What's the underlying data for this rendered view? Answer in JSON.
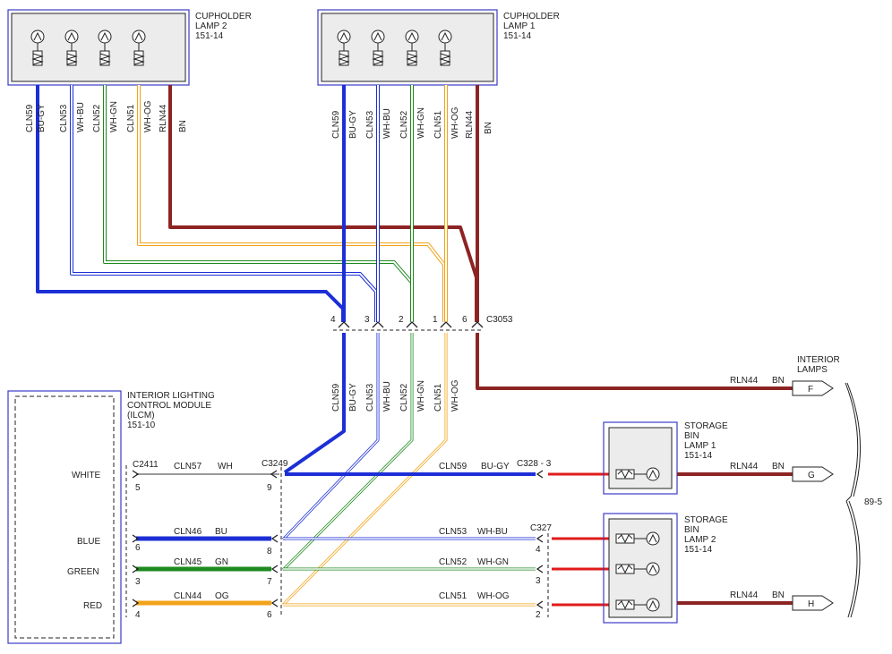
{
  "colors": {
    "blue": "#1c2fd6",
    "brown": "#8c2424",
    "green": "#1f8a1f",
    "orange": "#f2a31a",
    "white_wire": "#c8c8c8",
    "red": "#e01b1b",
    "frame": "#3b3bc8"
  },
  "components": {
    "lamp2": {
      "line1": "CUPHOLDER",
      "line2": "LAMP 2",
      "line3": "151-14"
    },
    "lamp1": {
      "line1": "CUPHOLDER",
      "line2": "LAMP 1",
      "line3": "151-14"
    },
    "ilcm": {
      "line1": "INTERIOR LIGHTING",
      "line2": "CONTROL MODULE",
      "line3": "(ILCM)",
      "line4": "151-10"
    },
    "bin1": {
      "line1": "STORAGE",
      "line2": "BIN",
      "line3": "LAMP 1",
      "line4": "151-14"
    },
    "bin2": {
      "line1": "STORAGE",
      "line2": "BIN",
      "line3": "LAMP 2",
      "line4": "151-14"
    },
    "interior_lamps": {
      "line1": "INTERIOR",
      "line2": "LAMPS"
    }
  },
  "wires": {
    "lamp2": [
      "CLN59",
      "BU-GY",
      "CLN53",
      "WH-BU",
      "CLN52",
      "WH-GN",
      "CLN51",
      "WH-OG",
      "RLN44",
      "BN"
    ],
    "lamp1": [
      "CLN59",
      "BU-GY",
      "CLN53",
      "WH-BU",
      "CLN52",
      "WH-GN",
      "CLN51",
      "WH-OG",
      "RLN44",
      "BN"
    ],
    "middle": [
      "CLN59",
      "BU-GY",
      "CLN53",
      "WH-BU",
      "CLN52",
      "WH-GN",
      "CLN51",
      "WH-OG"
    ]
  },
  "connectors": {
    "c3053": {
      "name": "C3053",
      "pins": [
        "4",
        "3",
        "2",
        "1",
        "6"
      ]
    },
    "c2411": {
      "name": "C2411"
    },
    "c3249": {
      "name": "C3249"
    },
    "c328": {
      "name": "C328 - 3"
    },
    "c327": {
      "name": "C327"
    }
  },
  "ilcm_rows": [
    {
      "label": "WHITE",
      "pin": "5",
      "circuit": "CLN57",
      "color_code": "WH",
      "c3249_pin": "9"
    },
    {
      "label": "BLUE",
      "pin": "6",
      "circuit": "CLN46",
      "color_code": "BU",
      "c3249_pin": "8"
    },
    {
      "label": "GREEN",
      "pin": "3",
      "circuit": "CLN45",
      "color_code": "GN",
      "c3249_pin": "7"
    },
    {
      "label": "RED",
      "pin": "4",
      "circuit": "CLN44",
      "color_code": "OG",
      "c3249_pin": "6"
    }
  ],
  "right_rows": [
    {
      "circuit": "CLN59",
      "color_code": "BU-GY"
    },
    {
      "circuit": "CLN53",
      "color_code": "WH-BU",
      "pin": "4"
    },
    {
      "circuit": "CLN52",
      "color_code": "WH-GN",
      "pin": "3"
    },
    {
      "circuit": "CLN51",
      "color_code": "WH-OG",
      "pin": "2"
    }
  ],
  "ground_wires": [
    {
      "circuit": "RLN44",
      "color_code": "BN",
      "flag": "F"
    },
    {
      "circuit": "RLN44",
      "color_code": "BN",
      "flag": "G"
    },
    {
      "circuit": "RLN44",
      "color_code": "BN",
      "flag": "H"
    }
  ],
  "ground_ref": "89-5"
}
